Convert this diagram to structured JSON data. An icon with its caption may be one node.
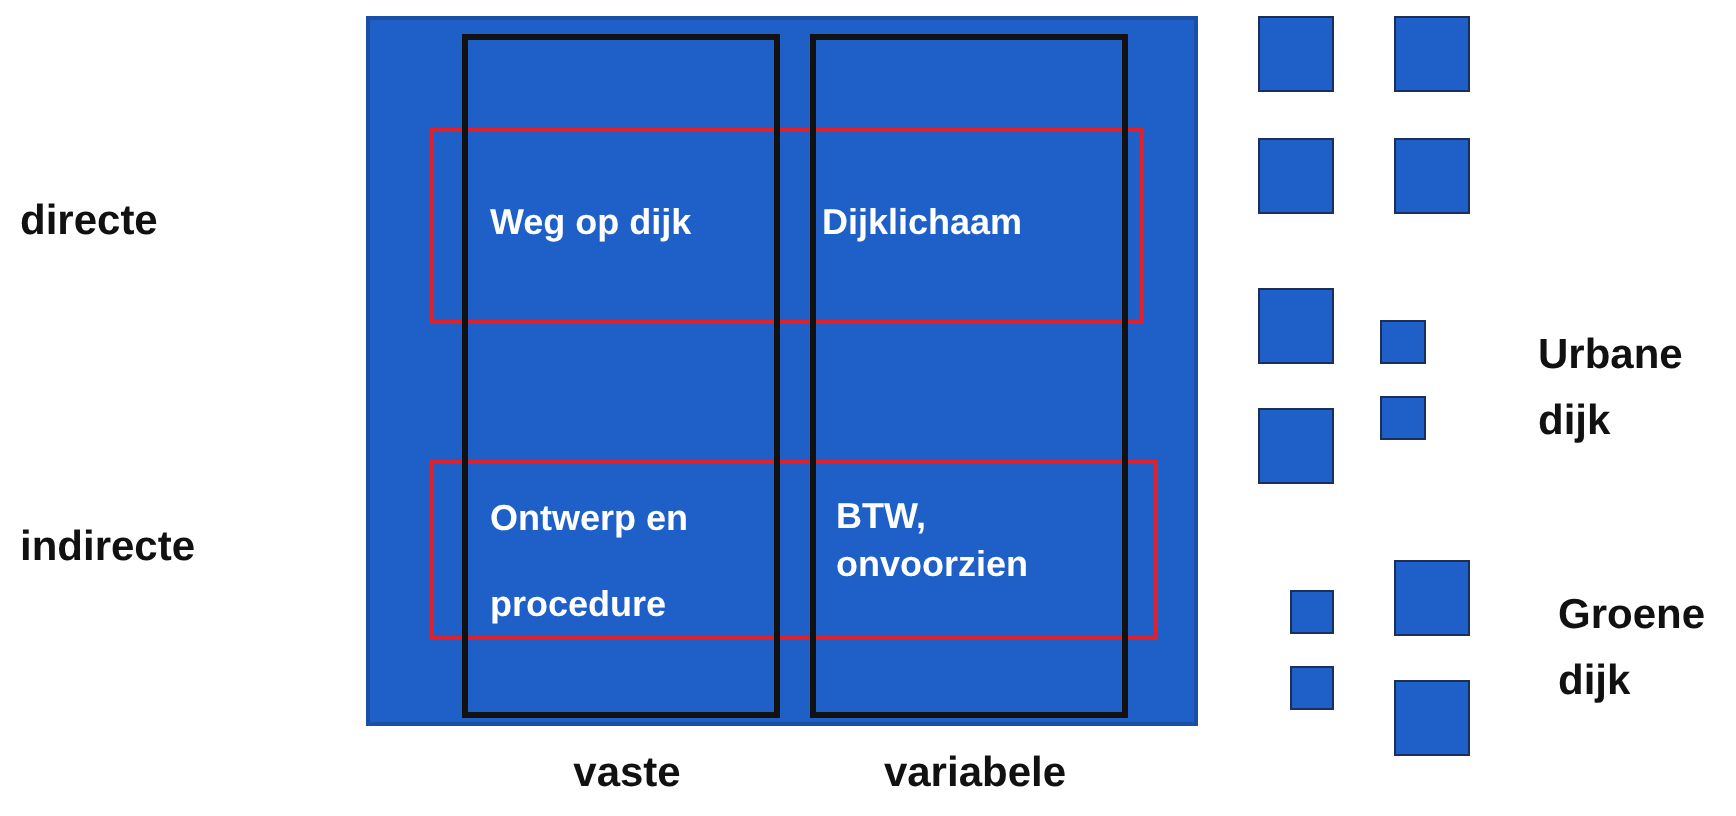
{
  "diagram": {
    "nodes": [
      {
        "text": [],
        "shape": "box"
      },
      {
        "text": [
          "vaste"
        ],
        "in": 0
      },
      {
        "text": [
          "variabele"
        ],
        "in": 0
      },
      {
        "text": [],
        "shape": "box",
        "in": 0
      },
      {
        "text": [],
        "shape": "box",
        "in": 0
      }
    ],
    "labels": [
      "directe",
      "Weg op dijk",
      "Dijklichaam",
      "indirecte",
      "Ontwerp en procedure",
      "BTW, onvoorzien",
      "Urbane dijk",
      "Groene dijk"
    ]
  }
}
